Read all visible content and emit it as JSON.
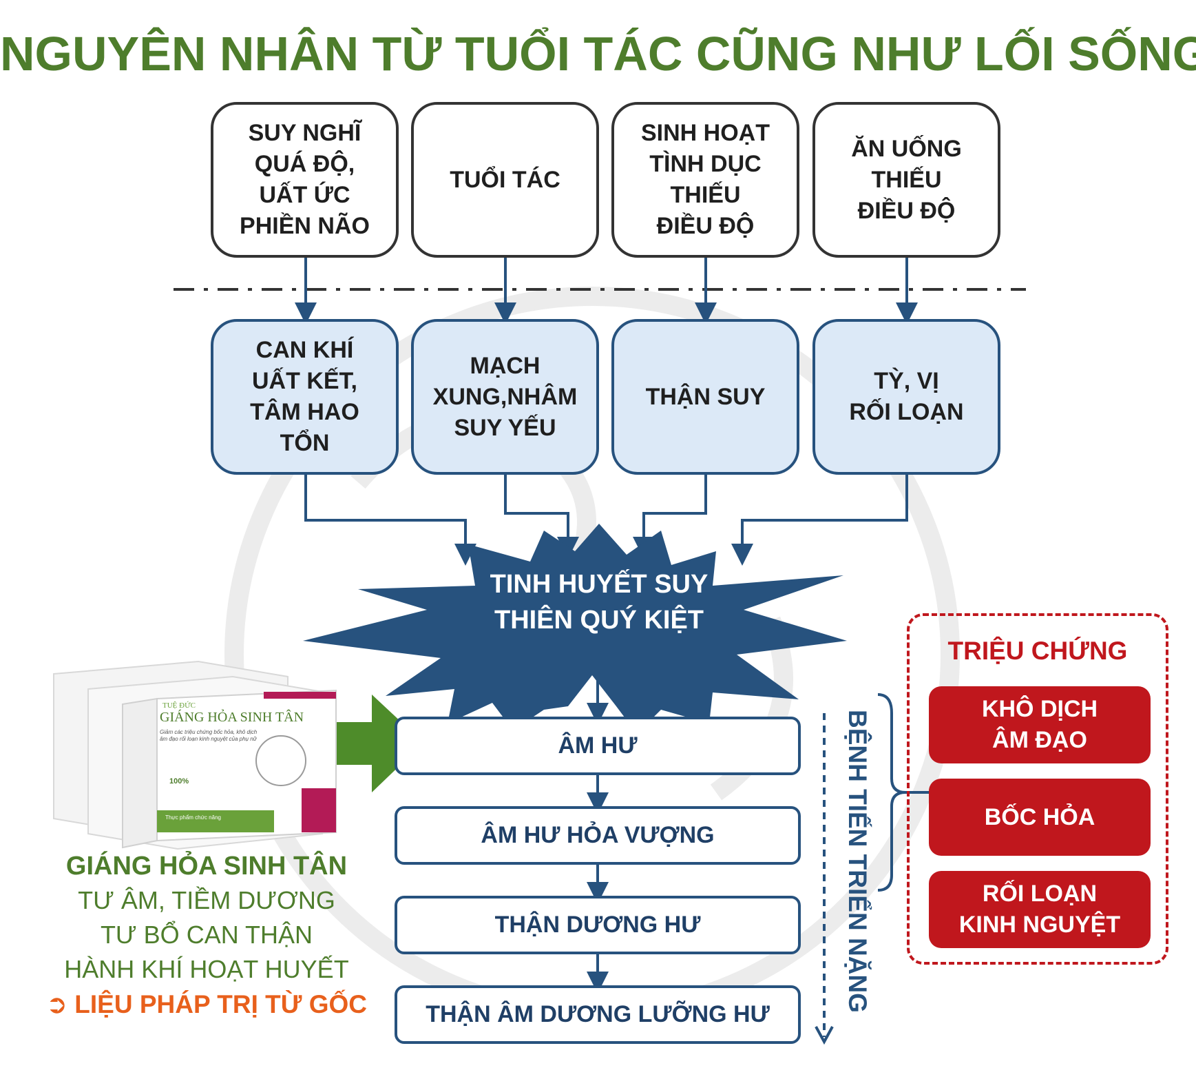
{
  "title": "NGUYÊN NHÂN TỪ TUỔI TÁC CŨNG NHƯ LỐI SỐNG",
  "causes": [
    "SUY NGHĨ\nQUÁ ĐỘ,\nUẤT ỨC\nPHIỀN NÃO",
    "TUỔI TÁC",
    "SINH HOẠT\nTÌNH DỤC\nTHIẾU\nĐIỀU ĐỘ",
    "ĂN UỐNG\nTHIẾU\nĐIỀU ĐỘ"
  ],
  "effects": [
    "CAN KHÍ\nUẤT KẾT,\nTÂM HAO\nTỔN",
    "MẠCH\nXUNG,NHÂM\nSUY YẾU",
    "THẬN SUY",
    "TỲ, VỊ\nRỐI LOẠN"
  ],
  "burst": "TINH HUYẾT SUY\nTHIÊN QUÝ KIỆT",
  "stages": [
    "ÂM HƯ",
    "ÂM HƯ HỎA VƯỢNG",
    "THẬN DƯƠNG HƯ",
    "THẬN ÂM DƯƠNG LƯỠNG HƯ"
  ],
  "progress_label": "BỆNH TIẾN TRIỂN NẶNG",
  "symptoms": {
    "title": "TRIỆU CHỨNG",
    "items": [
      "KHÔ DỊCH\nÂM ĐẠO",
      "BỐC HỎA",
      "RỐI LOẠN\nKINH NGUYỆT"
    ]
  },
  "product": {
    "box_brand": "TUỆ ĐỨC",
    "box_title": "GIÁNG HỎA SINH TÂN",
    "box_desc": "Giảm các triệu chứng bốc hỏa, khô dịch âm đạo rối loạn kinh nguyệt của phụ nữ",
    "box_badge": "100%",
    "box_footer": "Thực phẩm chức năng",
    "name": "GIÁNG HỎA SINH TÂN",
    "lines": [
      "TƯ ÂM, TIỀM DƯƠNG",
      "TƯ BỔ CAN THẬN",
      "HÀNH KHÍ HOẠT HUYẾT"
    ],
    "cta": "➲ LIỆU PHÁP TRỊ TỪ GỐC"
  },
  "colors": {
    "title_green": "#4e7d2c",
    "navy": "#27527e",
    "light_blue": "#dce9f7",
    "red": "#c0171d",
    "orange": "#e8601c"
  }
}
